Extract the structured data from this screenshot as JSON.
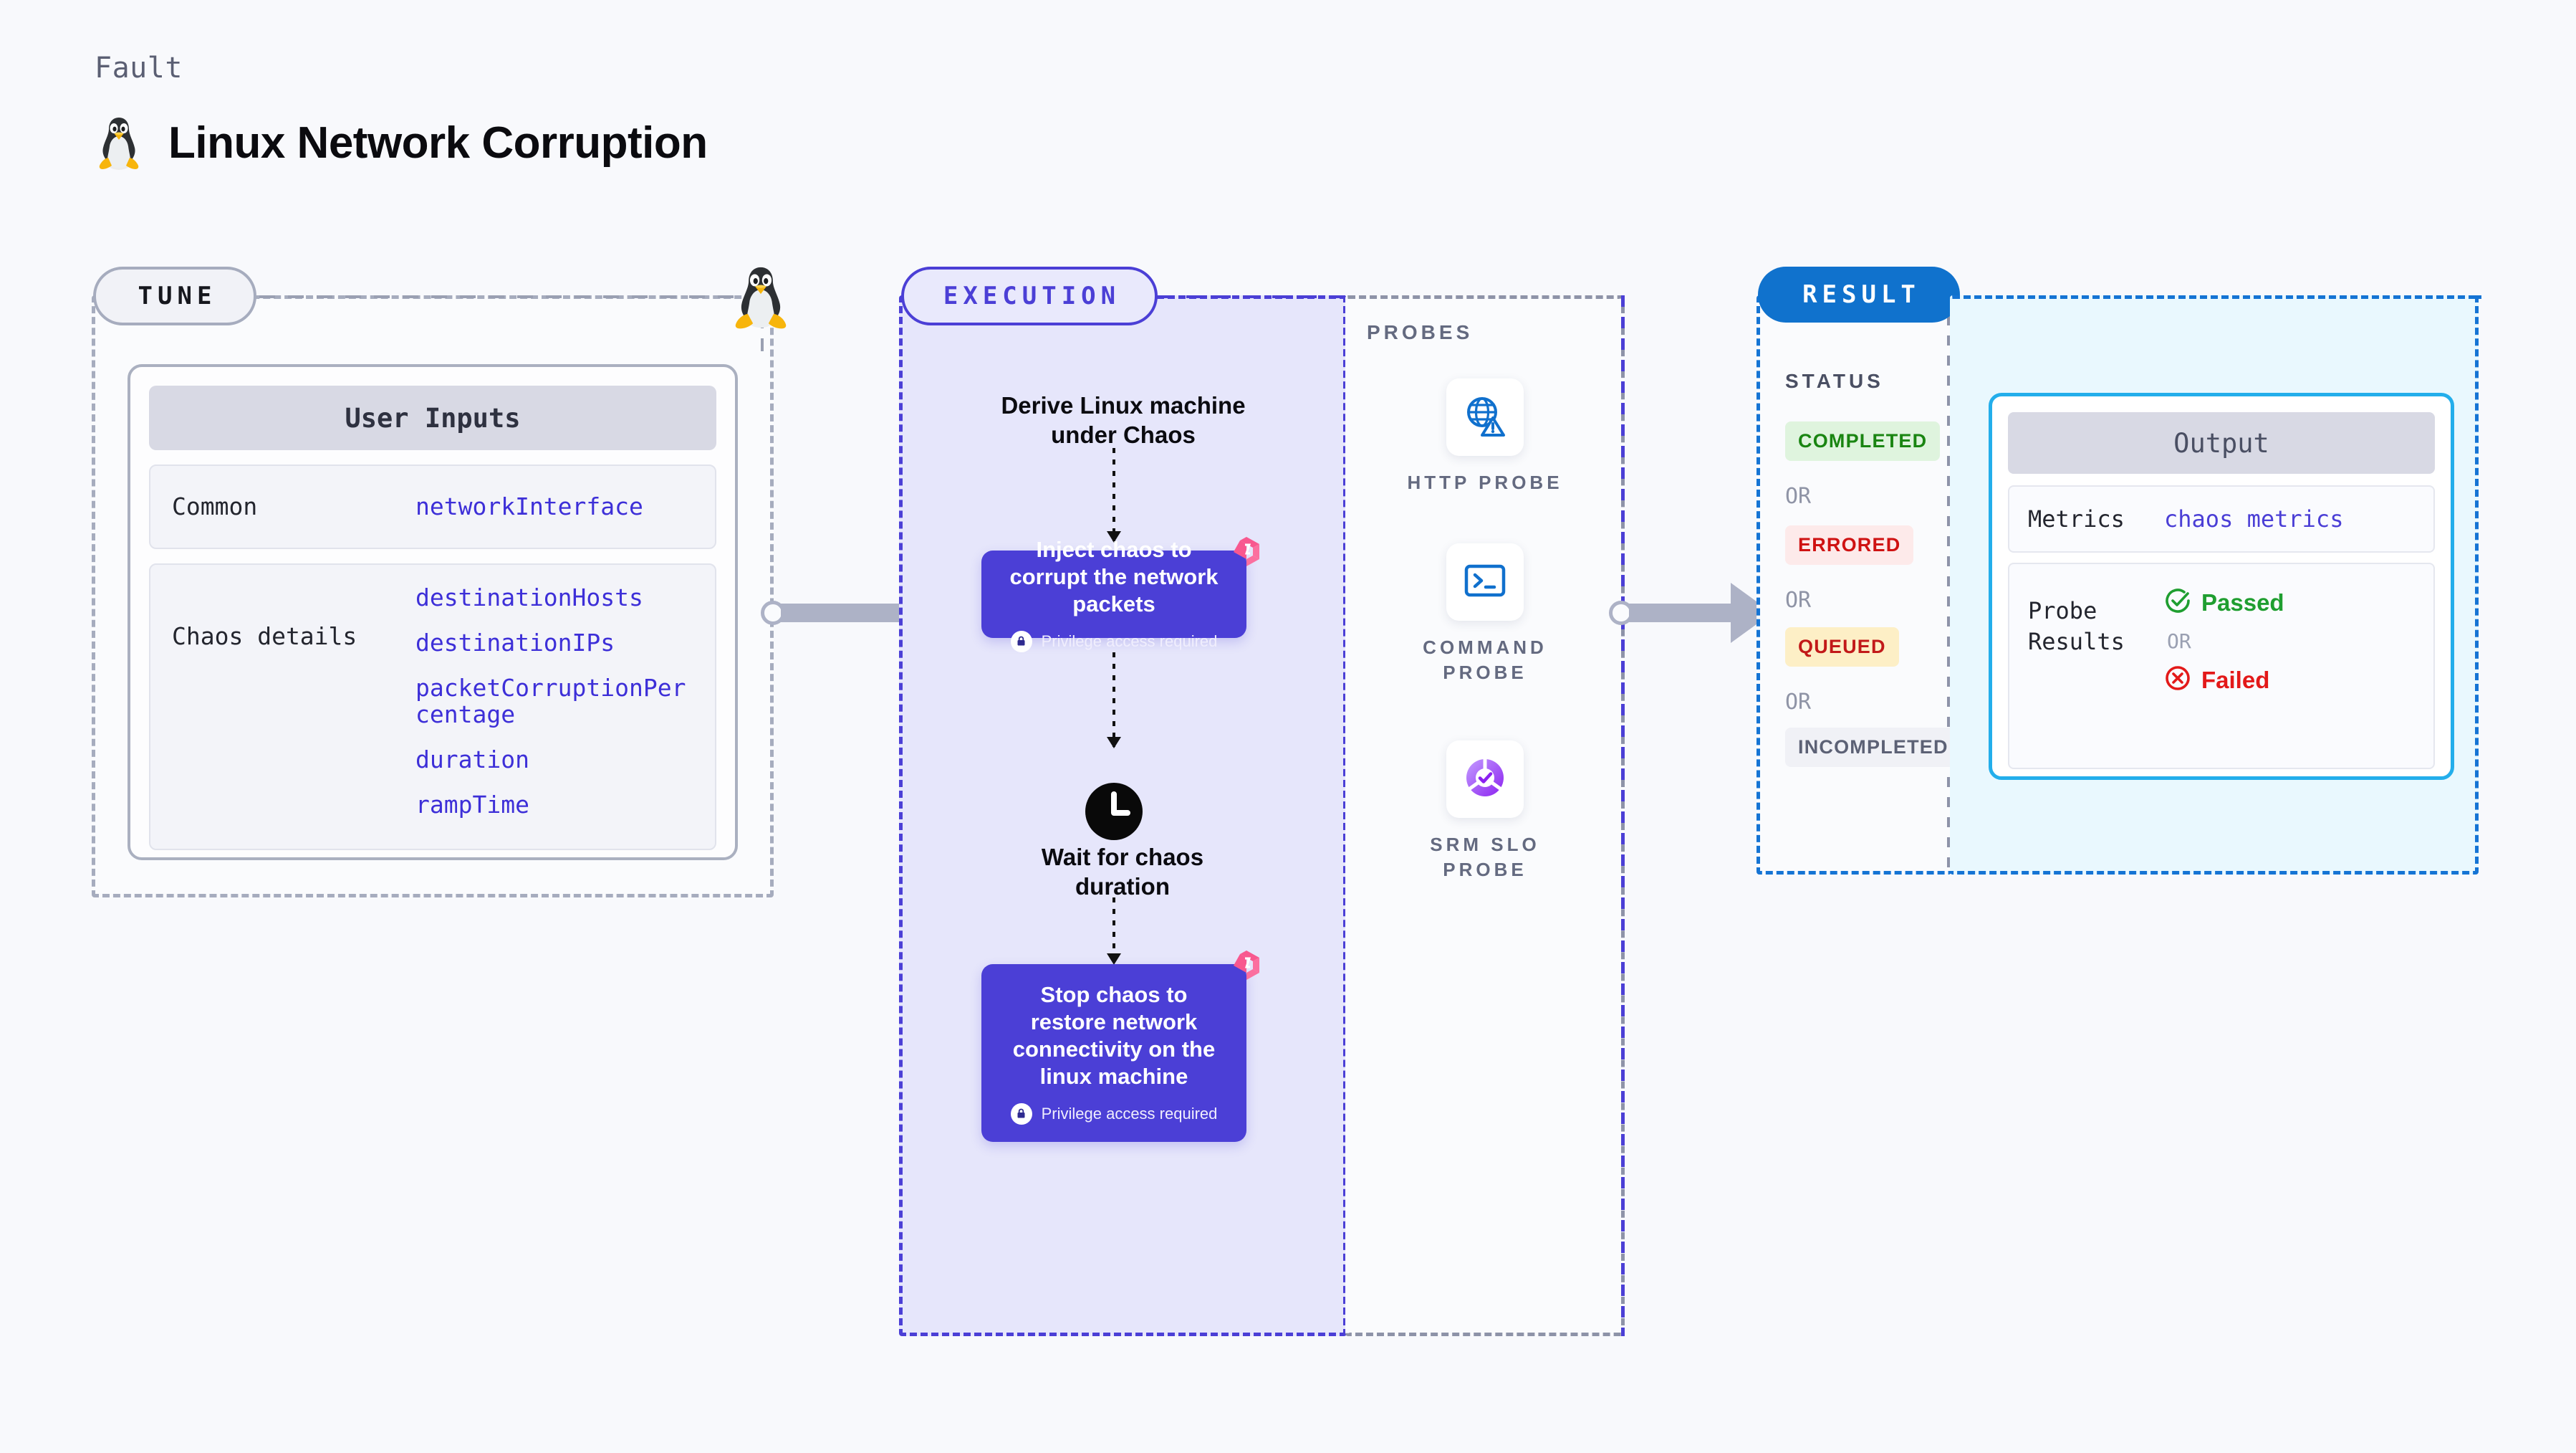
{
  "header": {
    "eyebrow": "Fault",
    "title": "Linux Network Corruption",
    "icon": "linux-tux-penguin-icon"
  },
  "tune": {
    "pill_label": "TUNE",
    "card_title": "User Inputs",
    "rows": [
      {
        "key": "Common",
        "values": [
          "networkInterface"
        ]
      },
      {
        "key": "Chaos details",
        "values": [
          "destinationHosts",
          "destinationIPs",
          "packetCorruptionPercentage",
          "duration",
          "rampTime"
        ]
      }
    ]
  },
  "execution": {
    "pill_label": "EXECUTION",
    "steps": {
      "derive_title": "Derive Linux machine under Chaos",
      "inject_title": "Inject chaos to corrupt the network packets",
      "inject_privilege": "Privilege access required",
      "wait_title": "Wait for chaos duration",
      "stop_title": "Stop chaos to restore network connectivity on the linux machine",
      "stop_privilege": "Privilege access required"
    }
  },
  "probes": {
    "title": "PROBES",
    "items": [
      {
        "label": "HTTP PROBE",
        "icon": "globe-warning-icon"
      },
      {
        "label": "COMMAND PROBE",
        "icon": "terminal-prompt-icon"
      },
      {
        "label": "SRM SLO PROBE",
        "icon": "slo-donut-check-icon"
      }
    ]
  },
  "result": {
    "pill_label": "RESULT",
    "status_title": "STATUS",
    "or_label": "OR",
    "statuses": [
      {
        "label": "COMPLETED",
        "bg": "#dff4de",
        "fg": "#1a8512"
      },
      {
        "label": "ERRORED",
        "bg": "#fdeaea",
        "fg": "#cf1212"
      },
      {
        "label": "QUEUED",
        "bg": "#fdefc6",
        "fg": "#c21919"
      },
      {
        "label": "INCOMPLETED",
        "bg": "#f0f1f6",
        "fg": "#5c6175"
      }
    ]
  },
  "output": {
    "card_title": "Output",
    "metrics_key": "Metrics",
    "metrics_value": "chaos metrics",
    "probe_results_key": "Probe Results",
    "passed_label": "Passed",
    "failed_label": "Failed",
    "or_label": "OR"
  },
  "colors": {
    "page_bg": "#f8f9fc",
    "execution_accent": "#4b3fd6",
    "result_accent": "#1574d4",
    "output_accent": "#23aeeb",
    "muted_dash": "#a6acbe",
    "litmus_pink": "#f8588f",
    "probe_blue": "#1070cd",
    "passed_green": "#1f9e30",
    "failed_red": "#e31919"
  }
}
